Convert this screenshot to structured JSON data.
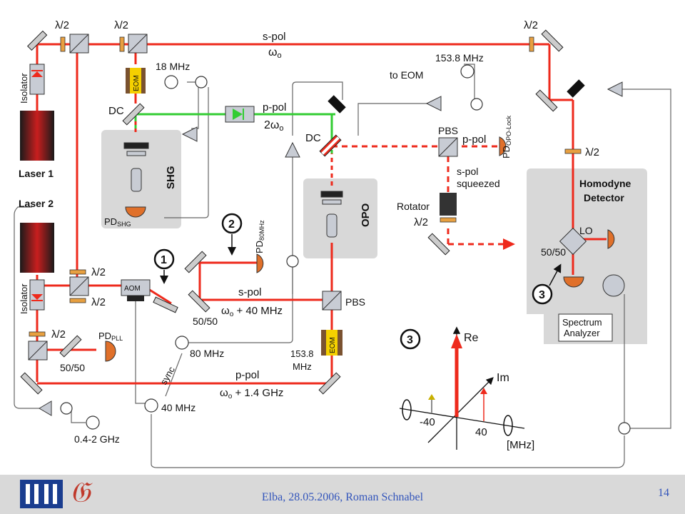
{
  "labels": {
    "isolator": "Isolator",
    "laser1": "Laser 1",
    "laser2": "Laser 2",
    "half_wave": "λ/2",
    "s_pol": "s-pol",
    "p_pol": "p-pol",
    "omega0": "ω",
    "omega_sub": "o",
    "two": "2",
    "eom": "EOM",
    "aom": "AOM",
    "f18": "18 MHz",
    "dc": "DC",
    "shg": "SHG",
    "pd": "PD",
    "pd_shg_sub": "SHG",
    "pd_pll_sub": "PLL",
    "pd_opo_sub": "OPO-Lock",
    "pd_80_sub": "80MHz",
    "f153_8": "153.8 MHz",
    "to_eom": "to EOM",
    "pbs": "PBS",
    "opo": "OPO",
    "s_pol_sq_1": "s-pol",
    "s_pol_sq_2": "squeezed",
    "rotator": "Rotator",
    "homodyne_1": "Homodyne",
    "homodyne_2": "Detector",
    "lo": "LO",
    "split_50": "50/50",
    "spectrum_1": "Spectrum",
    "spectrum_2": "Analyzer",
    "plus40": " + 40 MHz",
    "plus14": " + 1.4 GHz",
    "f80": "80 MHz",
    "f40": "40 MHz",
    "sync": "sync",
    "f153_8a": "153.8",
    "f153_8b": "MHz",
    "f0442": "0.4-2 GHz",
    "n1": "1",
    "n2": "2",
    "n3": "3",
    "re": "Re",
    "im": "Im",
    "m40": "-40",
    "p40": "40",
    "mhz": "[MHz]"
  },
  "colors": {
    "beam_red": "#ee2a1c",
    "beam_green": "#33cc33",
    "gray_box": "#d8d8d8",
    "footer_blue": "#3355bb"
  },
  "footer": {
    "text": "Elba, 28.05.2006,  Roman Schnabel",
    "page": "14"
  }
}
